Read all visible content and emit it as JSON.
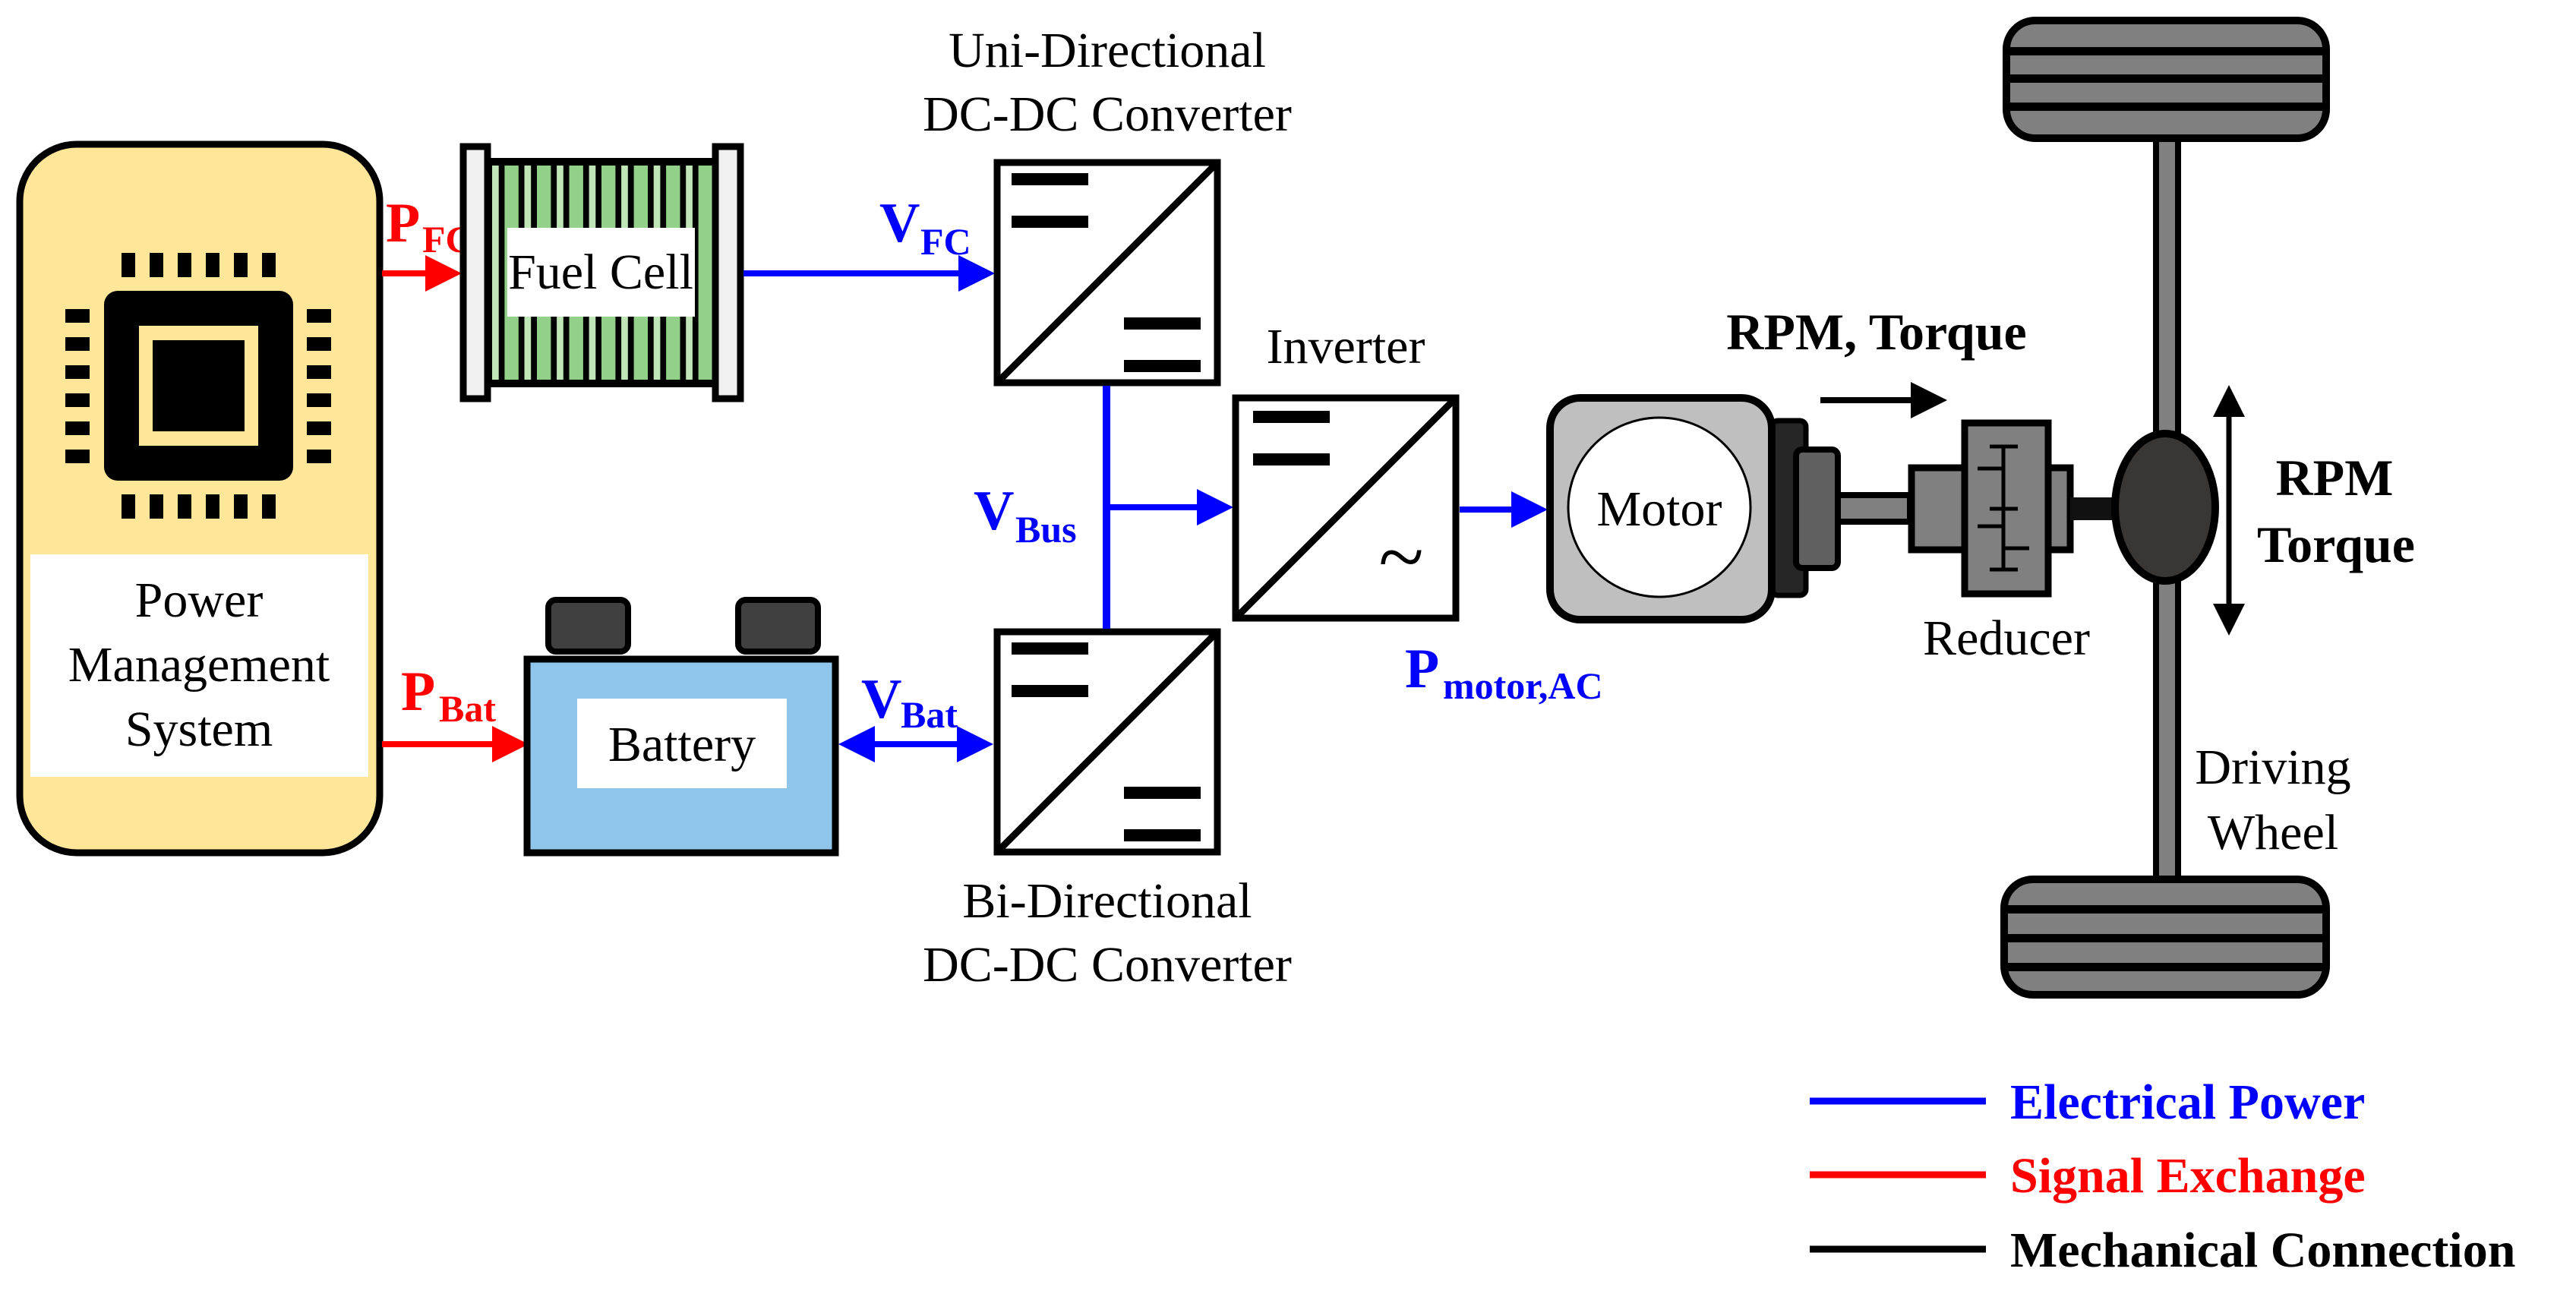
{
  "diagram": {
    "title": "Fuel cell hybrid powertrain with power management system",
    "colors": {
      "electrical": "#0000ff",
      "signal": "#ff0000",
      "mechanical": "#000000",
      "pms_fill": "#ffe699",
      "fuel_cell_dark": "#93d18a",
      "fuel_cell_light": "#c0e5b6",
      "battery_fill": "#8fc5ea",
      "motor_fill": "#bfbfbf",
      "gear_fill": "#808080",
      "hub_fill": "#3a3634"
    },
    "components": {
      "pms": {
        "lines": [
          "Power",
          "Management",
          "System"
        ],
        "icon": "cpu-chip-icon"
      },
      "fuel_cell": {
        "label": "Fuel Cell"
      },
      "battery": {
        "label": "Battery"
      },
      "uni_converter": {
        "lines": [
          "Uni-Directional",
          "DC-DC Converter"
        ],
        "icon": "dc-dc-converter-icon"
      },
      "bi_converter": {
        "lines": [
          "Bi-Directional",
          "DC-DC Converter"
        ],
        "icon": "dc-dc-converter-icon"
      },
      "inverter": {
        "label": "Inverter",
        "ac_symbol": "~",
        "icon": "dc-ac-inverter-icon"
      },
      "motor": {
        "label": "Motor"
      },
      "reducer": {
        "label": "Reducer"
      },
      "wheel": {
        "lines": [
          "Driving",
          "Wheel"
        ]
      }
    },
    "signals": {
      "p_fc": {
        "main": "P",
        "sub": "FC"
      },
      "p_bat": {
        "main": "P",
        "sub": "Bat"
      },
      "v_fc": {
        "main": "V",
        "sub": "FC"
      },
      "v_bat": {
        "main": "V",
        "sub": "Bat"
      },
      "v_bus": {
        "main": "V",
        "sub": "Bus"
      },
      "p_motor": {
        "main": "P",
        "sub": "motor,AC"
      }
    },
    "mechanical_labels": {
      "shaft": "RPM, Torque",
      "wheel_line1": "RPM",
      "wheel_line2": "Torque"
    },
    "legend": [
      {
        "label": "Electrical Power",
        "color": "#0000ff"
      },
      {
        "label": "Signal Exchange",
        "color": "#ff0000"
      },
      {
        "label": "Mechanical Connection",
        "color": "#000000"
      }
    ]
  }
}
